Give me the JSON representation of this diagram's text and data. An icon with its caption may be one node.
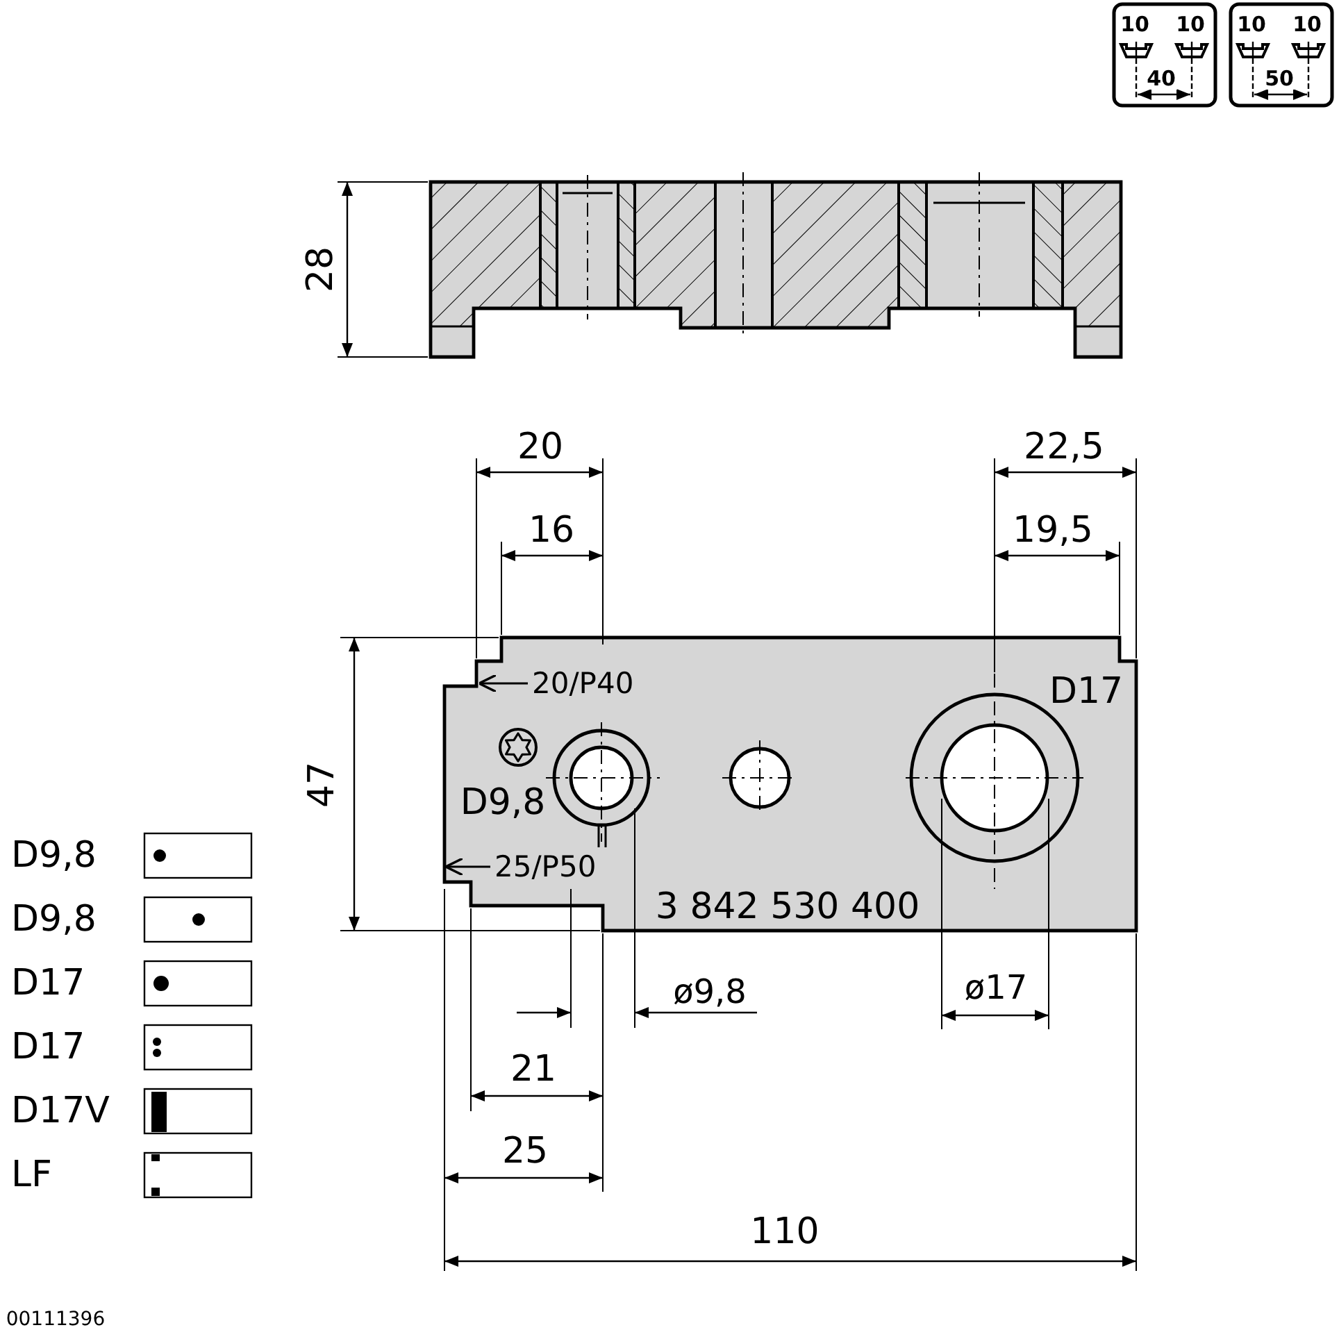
{
  "diagram": {
    "nodes": [
      {
        "text": [
          "20/P40"
        ],
        "in": 2
      },
      {
        "text": [
          "25/P50"
        ],
        "in": 2
      },
      {
        "text": [],
        "shape": "picture"
      }
    ],
    "edges": [
      {
        "from": 0,
        "to": 2,
        "arrow": "to"
      },
      {
        "from": 1,
        "to": 2,
        "arrow": "to"
      }
    ],
    "labels": [
      "10",
      "10",
      "40",
      "10",
      "10",
      "50",
      "28",
      "20",
      "22,5",
      "16",
      "19,5",
      "D17",
      "47",
      "D9,8",
      "3 842 530 400",
      "ø9,8",
      "ø17",
      "21",
      "25",
      "110",
      "00111396"
    ],
    "legend": [
      {
        "text": "D9,8"
      },
      {
        "text": "D9,8"
      },
      {
        "text": "D17"
      },
      {
        "text": "D17"
      },
      {
        "text": "D17V"
      },
      {
        "text": "LF"
      }
    ]
  }
}
